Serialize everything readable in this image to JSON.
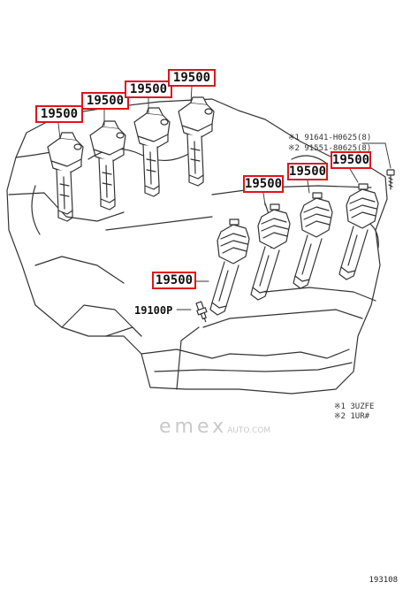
{
  "diagram": {
    "ignition_coil_part_number": "19500",
    "spark_plug_part_number": "19100P",
    "bolt_callout_line1": "※1 91641-H0625(8)",
    "bolt_callout_line2": "※2 91551-80625(8)",
    "engine_note_1": "※1 3UZFE",
    "engine_note_2": "※2 1UR#",
    "watermark_main": "emex",
    "watermark_sub": "AUTO.COM",
    "figure_number": "193108"
  },
  "colors": {
    "callout_border": "#e0141b",
    "line_art": "#333333"
  },
  "icons": [
    "ignition-coil-icon",
    "spark-plug-icon",
    "bolt-icon",
    "engine-block-outline"
  ]
}
